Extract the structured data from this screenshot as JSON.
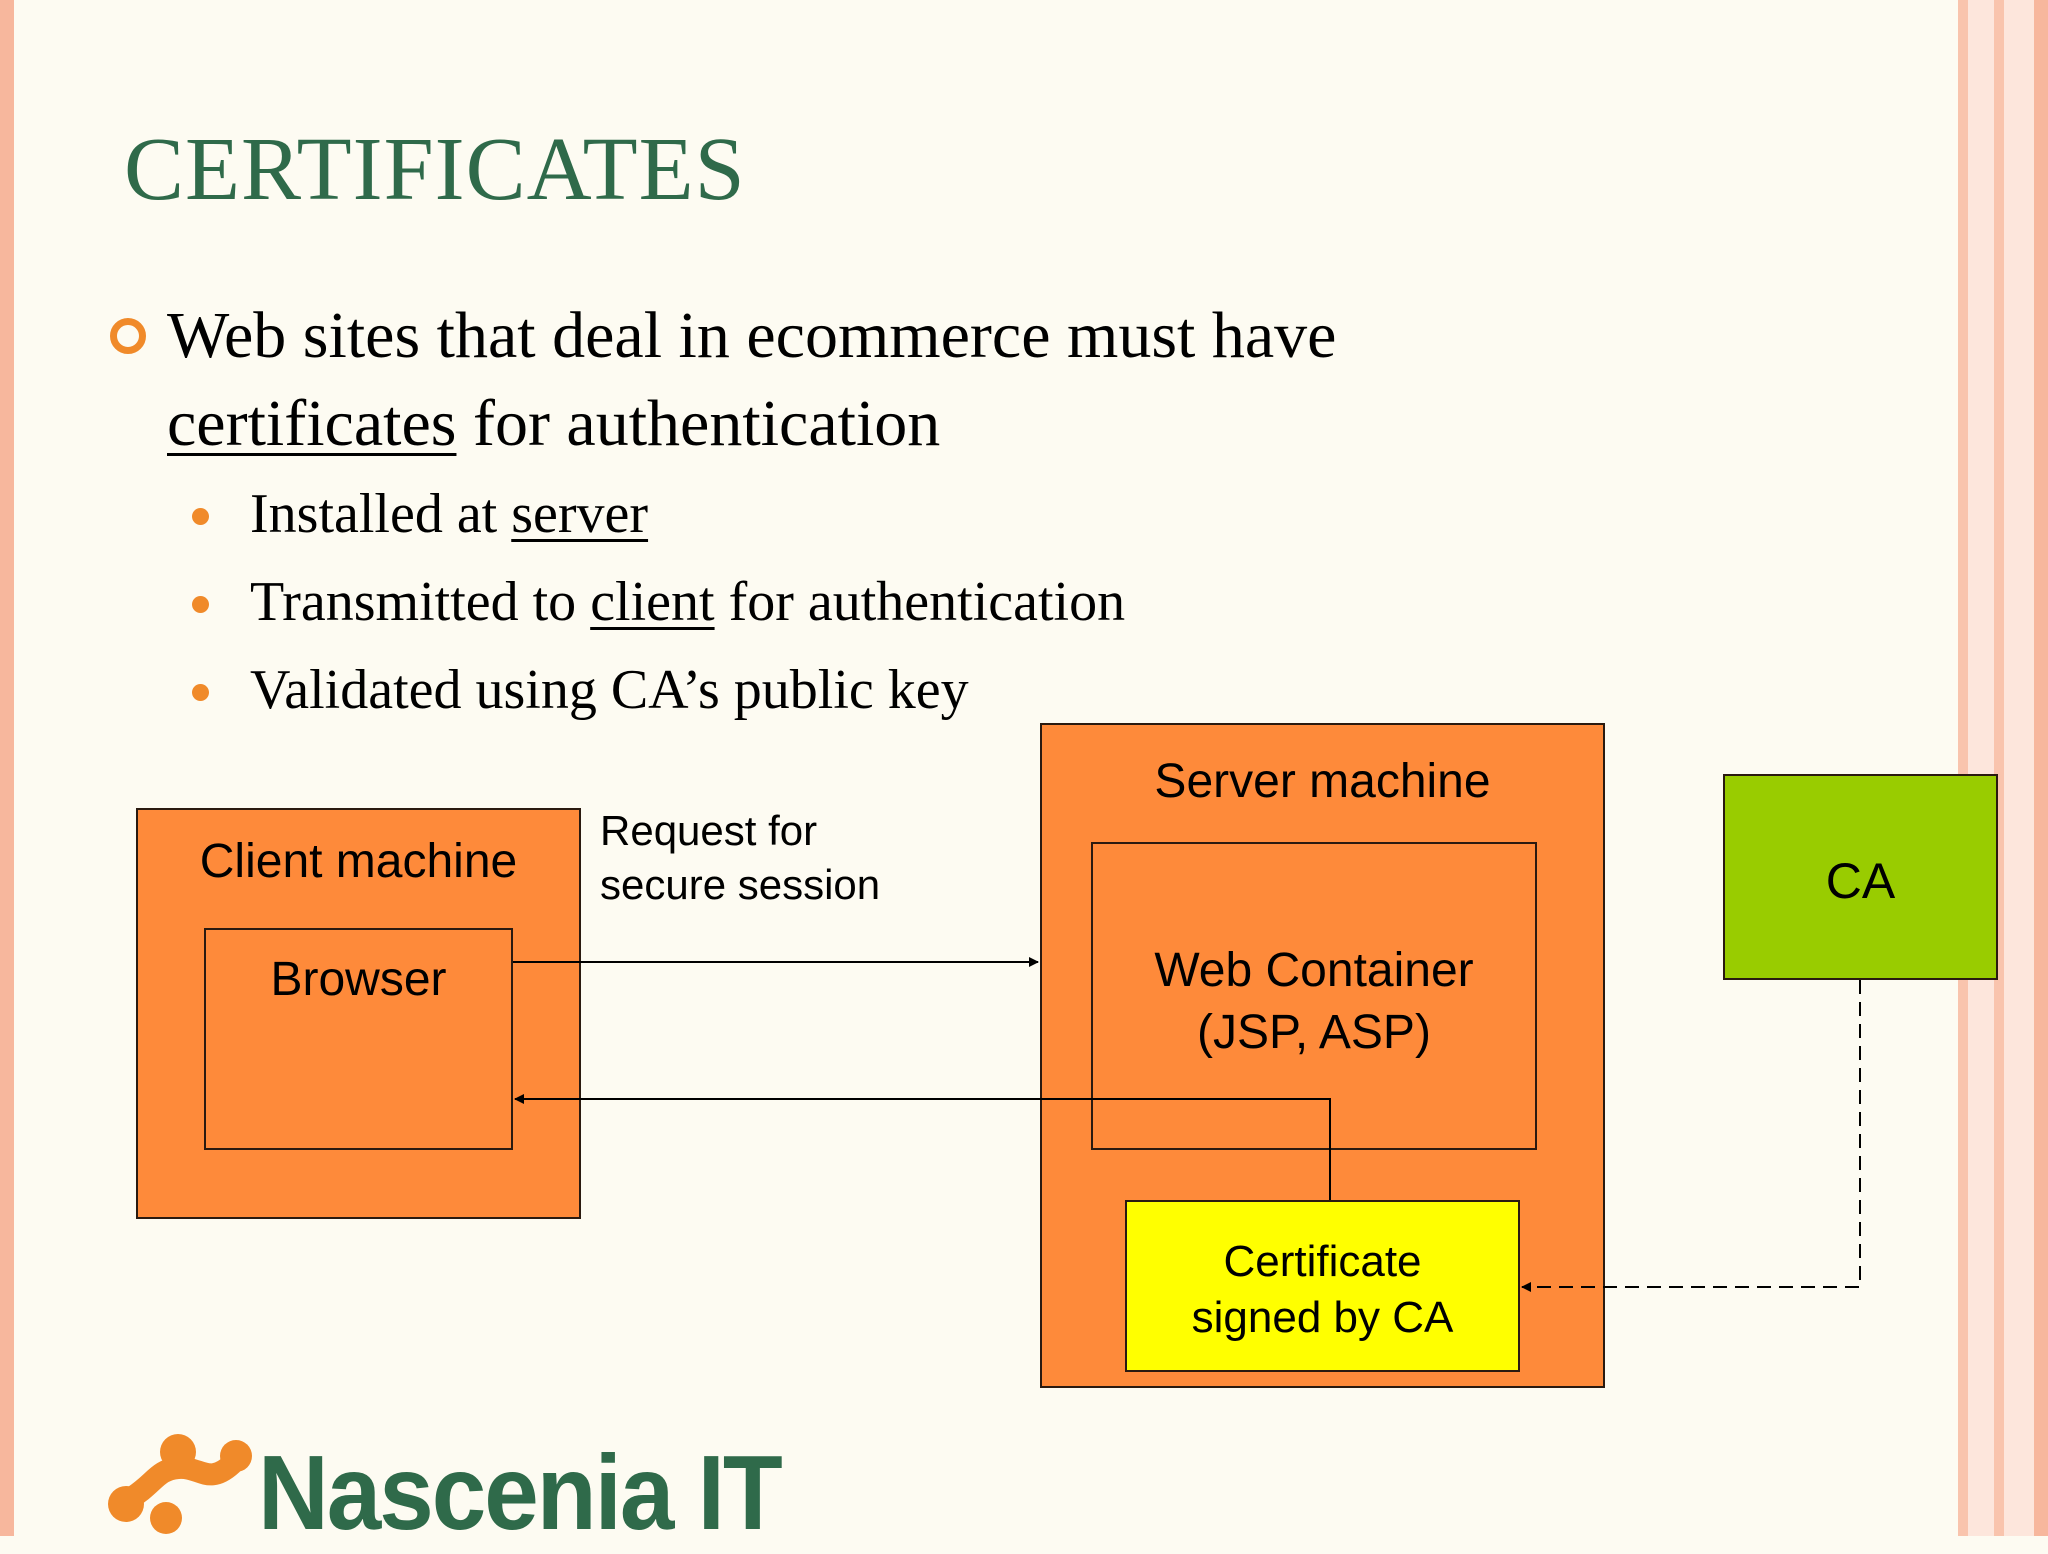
{
  "slide": {
    "title": "CERTIFICATES",
    "main_bullet": {
      "part1": "Web sites that deal in ecommerce must have",
      "link": "certificates",
      "part2": " for authentication"
    },
    "sub_bullets": [
      {
        "before": "Installed at ",
        "link": "server",
        "after": ""
      },
      {
        "before": "Transmitted to ",
        "link": "client",
        "after": " for authentication"
      },
      {
        "before": "Validated using CA’s public key",
        "link": "",
        "after": ""
      }
    ]
  },
  "diagram": {
    "client_machine": "Client machine",
    "browser": "Browser",
    "request_label": [
      "Request for",
      "secure session"
    ],
    "server_machine": "Server machine",
    "web_container": [
      "Web Container",
      "(JSP, ASP)"
    ],
    "certificate": [
      "Certificate",
      "signed by CA"
    ],
    "ca": "CA"
  },
  "logo": {
    "text": "Nascenia IT"
  },
  "colors": {
    "title_green": "#2f6a4a",
    "bullet_orange": "#f08a2a",
    "box_orange": "#fe8a3a",
    "certificate_yellow": "#ffff00",
    "ca_green": "#99cc00"
  }
}
